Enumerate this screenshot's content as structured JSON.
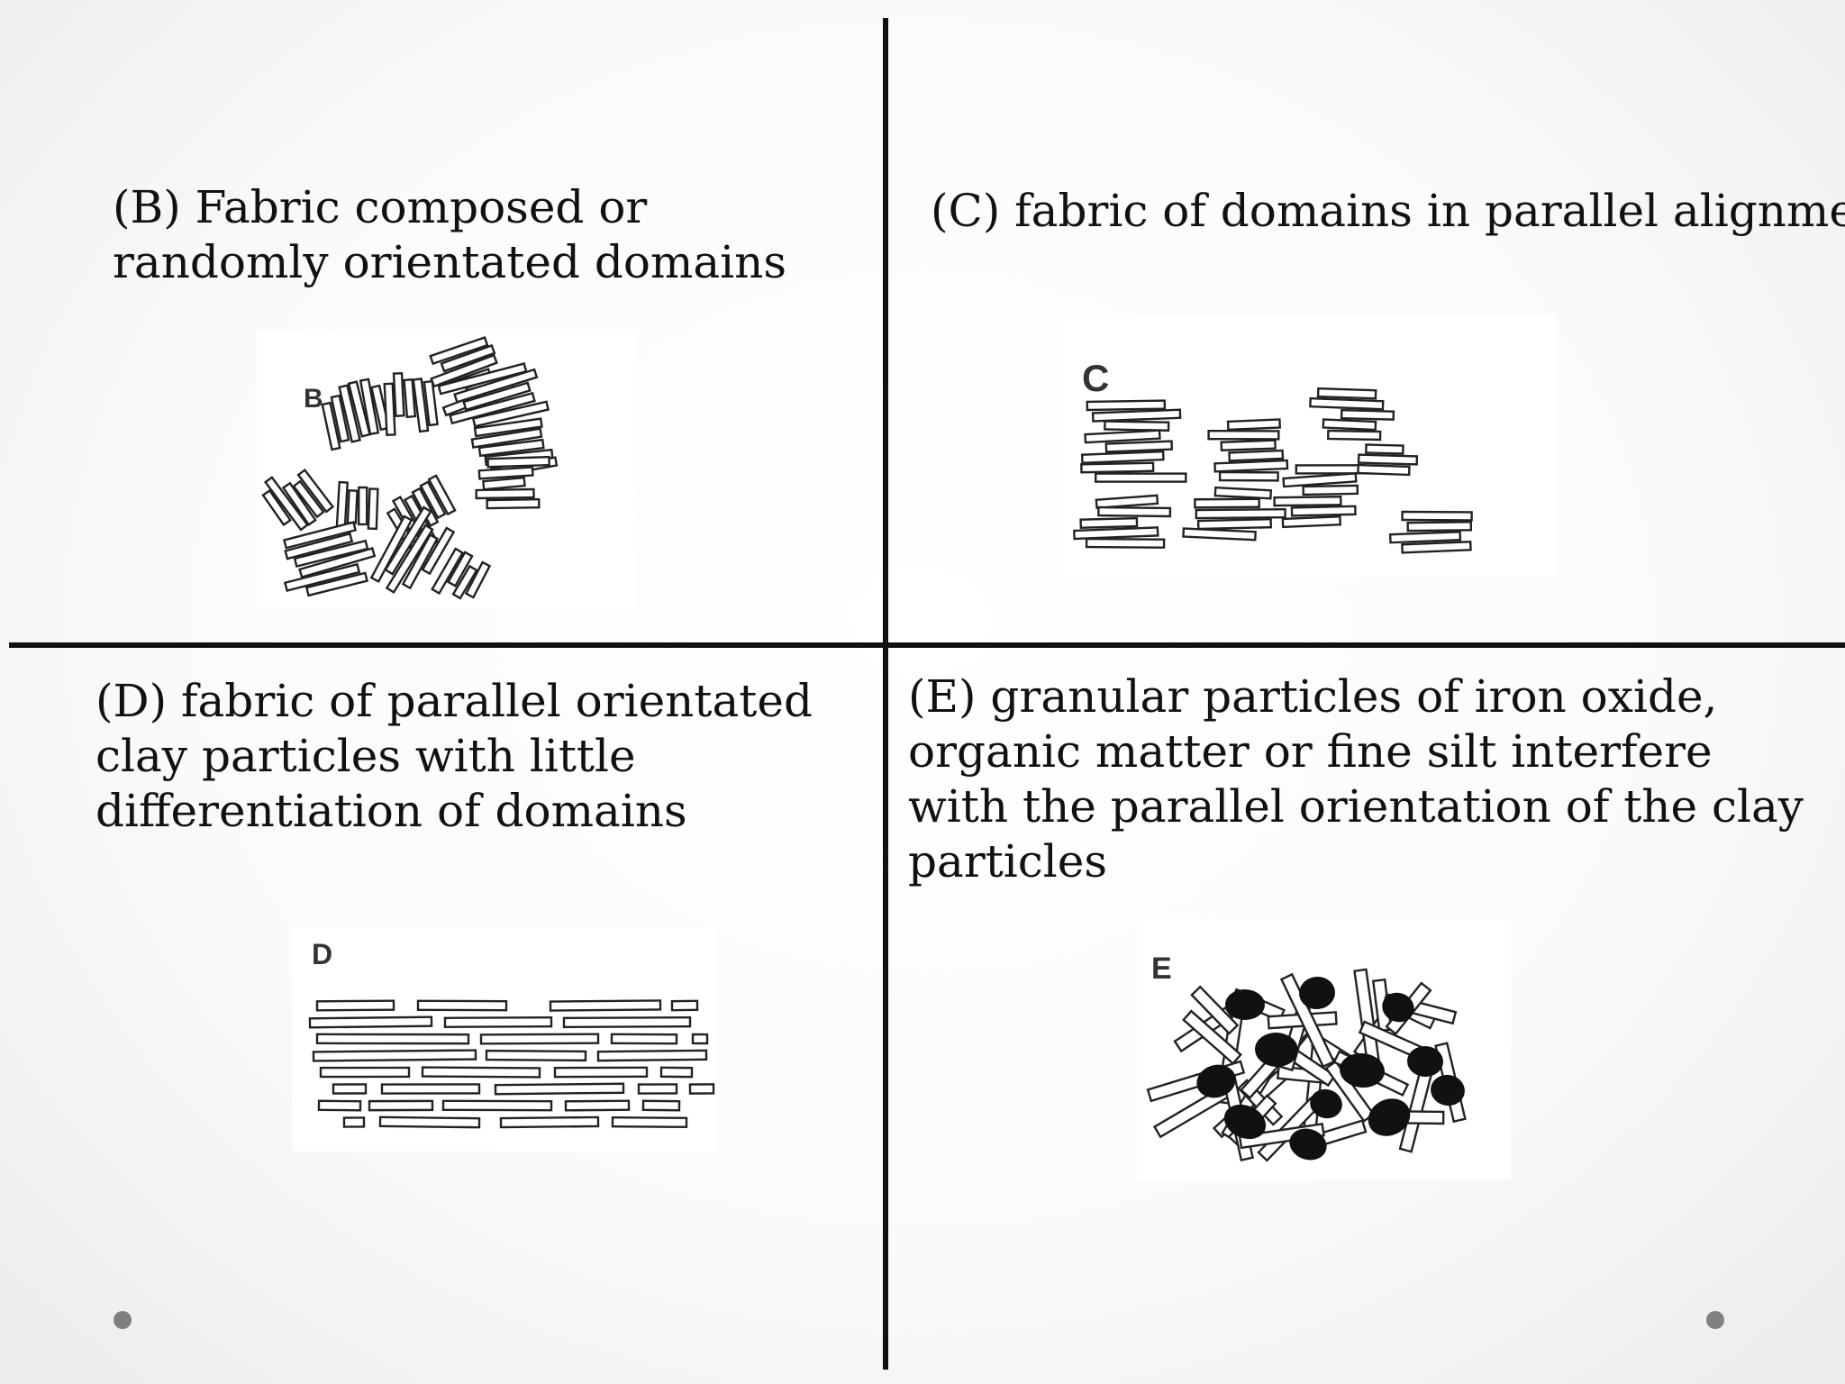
{
  "panels": {
    "b": {
      "letter": "B",
      "caption": "(B) Fabric composed or randomly orientated domains"
    },
    "c": {
      "letter": "C",
      "caption": "(C) fabric of domains in parallel alignment"
    },
    "d": {
      "letter": "D",
      "caption": "(D) fabric of parallel orientated clay particles with little differentiation of domains"
    },
    "e": {
      "letter": "E",
      "caption": "(E) granular particles of iron oxide, organic matter or fine silt interfere with the parallel orientation of the clay particles"
    }
  }
}
